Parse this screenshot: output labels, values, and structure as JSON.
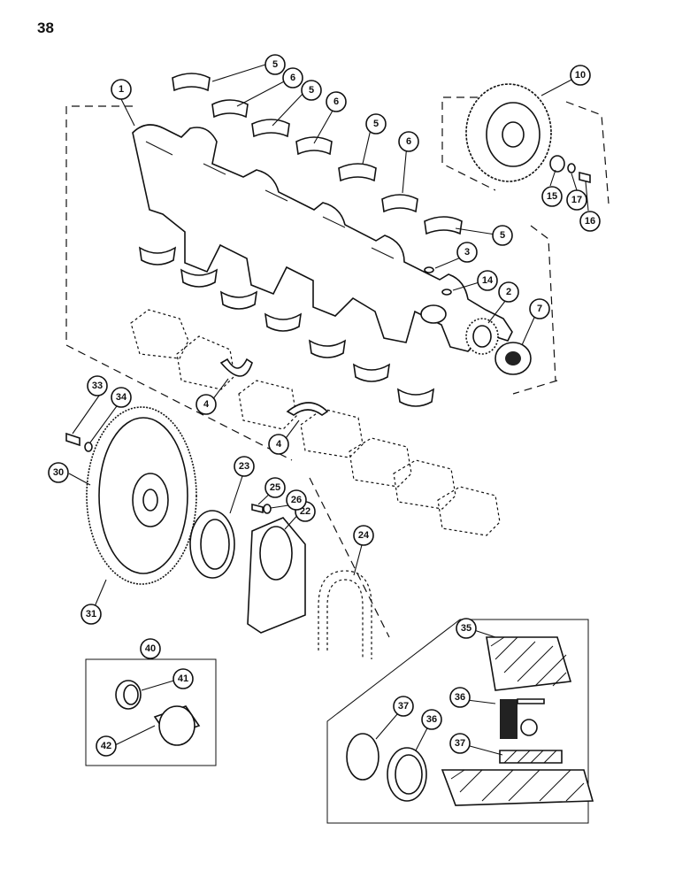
{
  "page": {
    "number": "38"
  },
  "callouts": [
    {
      "id": "c1",
      "label": "1"
    },
    {
      "id": "c2",
      "label": "2"
    },
    {
      "id": "c3",
      "label": "3"
    },
    {
      "id": "c4a",
      "label": "4"
    },
    {
      "id": "c4b",
      "label": "4"
    },
    {
      "id": "c5a",
      "label": "5"
    },
    {
      "id": "c5b",
      "label": "5"
    },
    {
      "id": "c5c",
      "label": "5"
    },
    {
      "id": "c5d",
      "label": "5"
    },
    {
      "id": "c6a",
      "label": "6"
    },
    {
      "id": "c6b",
      "label": "6"
    },
    {
      "id": "c6c",
      "label": "6"
    },
    {
      "id": "c7",
      "label": "7"
    },
    {
      "id": "c10",
      "label": "10"
    },
    {
      "id": "c14",
      "label": "14"
    },
    {
      "id": "c15",
      "label": "15"
    },
    {
      "id": "c16",
      "label": "16"
    },
    {
      "id": "c17",
      "label": "17"
    },
    {
      "id": "c22",
      "label": "22"
    },
    {
      "id": "c23",
      "label": "23"
    },
    {
      "id": "c24",
      "label": "24"
    },
    {
      "id": "c25",
      "label": "25"
    },
    {
      "id": "c26",
      "label": "26"
    },
    {
      "id": "c30",
      "label": "30"
    },
    {
      "id": "c31",
      "label": "31"
    },
    {
      "id": "c33",
      "label": "33"
    },
    {
      "id": "c34",
      "label": "34"
    },
    {
      "id": "c35",
      "label": "35"
    },
    {
      "id": "c36a",
      "label": "36"
    },
    {
      "id": "c36b",
      "label": "36"
    },
    {
      "id": "c37a",
      "label": "37"
    },
    {
      "id": "c37b",
      "label": "37"
    },
    {
      "id": "c40",
      "label": "40"
    },
    {
      "id": "c41",
      "label": "41"
    },
    {
      "id": "c42",
      "label": "42"
    }
  ]
}
